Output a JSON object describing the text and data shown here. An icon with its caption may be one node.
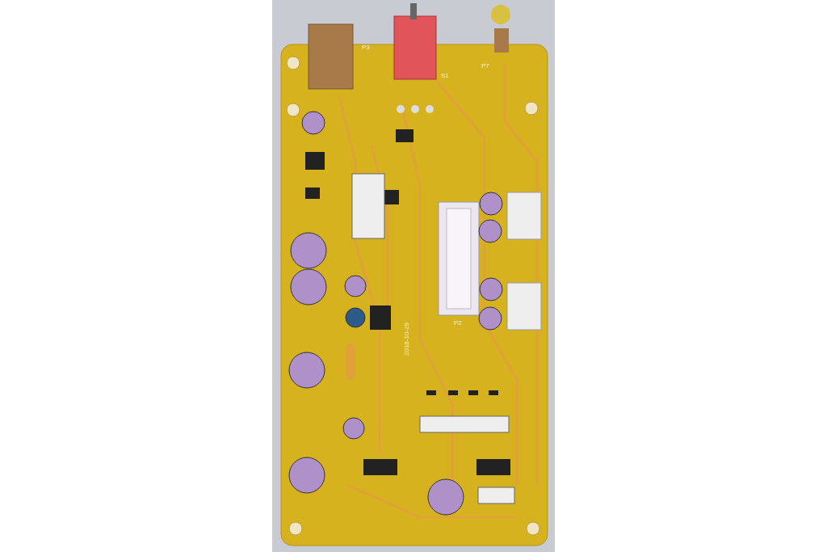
{
  "diagram": {
    "labels": [
      "P3",
      "S1",
      "P7",
      "P2",
      "2018-10-29"
    ]
  }
}
